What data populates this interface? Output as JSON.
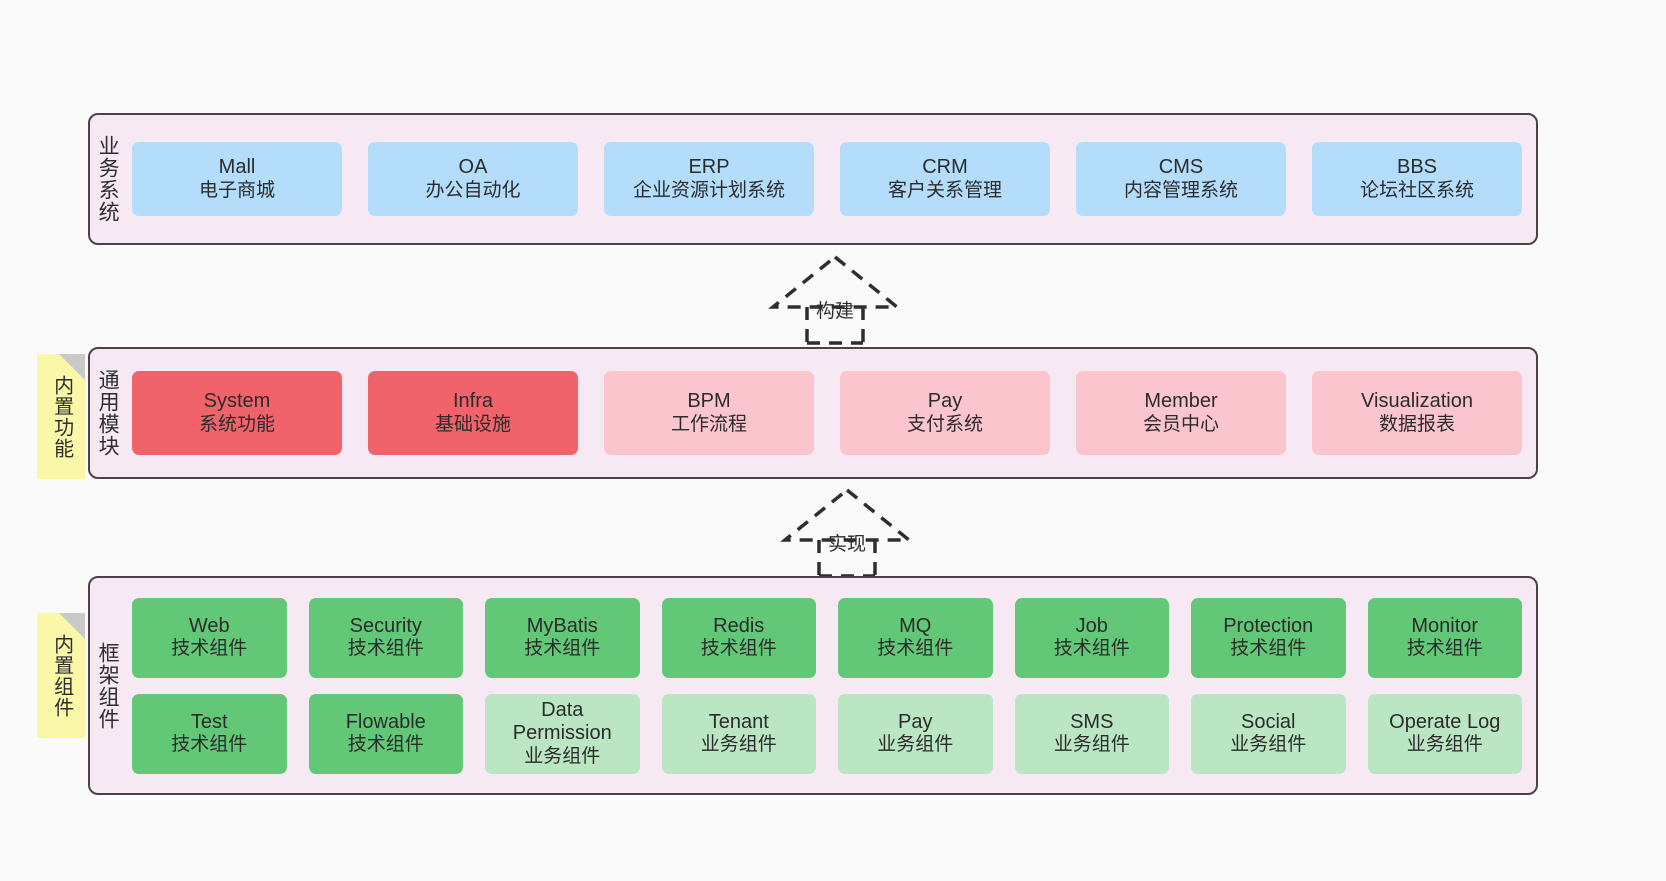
{
  "diagram": {
    "background": "#fafafa",
    "panel_bg": "#f7e9f3",
    "panel_border": "#4b424a",
    "sticky_bg": "#fbf7a8",
    "colors": {
      "business_tile": "#b3ddfb",
      "module_primary": "#f0636b",
      "module_secondary": "#fbc5ce",
      "component_tech": "#62c878",
      "component_business": "#bbe6c3"
    }
  },
  "layers": [
    {
      "id": "business",
      "title": "业务系统",
      "rows": [
        {
          "tiles": [
            {
              "name": "Mall",
              "sub": "电子商城",
              "color": "#b3ddfb"
            },
            {
              "name": "OA",
              "sub": "办公自动化",
              "color": "#b3ddfb"
            },
            {
              "name": "ERP",
              "sub": "企业资源计划系统",
              "color": "#b3ddfb"
            },
            {
              "name": "CRM",
              "sub": "客户关系管理",
              "color": "#b3ddfb"
            },
            {
              "name": "CMS",
              "sub": "内容管理系统",
              "color": "#b3ddfb"
            },
            {
              "name": "BBS",
              "sub": "论坛社区系统",
              "color": "#b3ddfb"
            }
          ]
        }
      ]
    },
    {
      "id": "common",
      "title": "通用模块",
      "sticky": "内置功能",
      "rows": [
        {
          "tiles": [
            {
              "name": "System",
              "sub": "系统功能",
              "color": "#f0636b"
            },
            {
              "name": "Infra",
              "sub": "基础设施",
              "color": "#f0636b"
            },
            {
              "name": "BPM",
              "sub": "工作流程",
              "color": "#fbc5ce"
            },
            {
              "name": "Pay",
              "sub": "支付系统",
              "color": "#fbc5ce"
            },
            {
              "name": "Member",
              "sub": "会员中心",
              "color": "#fbc5ce"
            },
            {
              "name": "Visualization",
              "sub": "数据报表",
              "color": "#fbc5ce"
            }
          ]
        }
      ]
    },
    {
      "id": "framework",
      "title": "框架组件",
      "sticky": "内置组件",
      "rows": [
        {
          "tiles": [
            {
              "name": "Web",
              "sub": "技术组件",
              "color": "#62c878"
            },
            {
              "name": "Security",
              "sub": "技术组件",
              "color": "#62c878"
            },
            {
              "name": "MyBatis",
              "sub": "技术组件",
              "color": "#62c878"
            },
            {
              "name": "Redis",
              "sub": "技术组件",
              "color": "#62c878"
            },
            {
              "name": "MQ",
              "sub": "技术组件",
              "color": "#62c878"
            },
            {
              "name": "Job",
              "sub": "技术组件",
              "color": "#62c878"
            },
            {
              "name": "Protection",
              "sub": "技术组件",
              "color": "#62c878"
            },
            {
              "name": "Monitor",
              "sub": "技术组件",
              "color": "#62c878"
            }
          ]
        },
        {
          "tiles": [
            {
              "name": "Test",
              "sub": "技术组件",
              "color": "#62c878"
            },
            {
              "name": "Flowable",
              "sub": "技术组件",
              "color": "#62c878"
            },
            {
              "name": "Data Permission",
              "sub": "业务组件",
              "color": "#bbe6c3"
            },
            {
              "name": "Tenant",
              "sub": "业务组件",
              "color": "#bbe6c3"
            },
            {
              "name": "Pay",
              "sub": "业务组件",
              "color": "#bbe6c3"
            },
            {
              "name": "SMS",
              "sub": "业务组件",
              "color": "#bbe6c3"
            },
            {
              "name": "Social",
              "sub": "业务组件",
              "color": "#bbe6c3"
            },
            {
              "name": "Operate Log",
              "sub": "业务组件",
              "color": "#bbe6c3"
            }
          ]
        }
      ]
    }
  ],
  "connectors": [
    {
      "id": "build",
      "label": "构建",
      "style": "dashed-hollow-triangle",
      "direction": "up"
    },
    {
      "id": "impl",
      "label": "实现",
      "style": "dashed-hollow-triangle",
      "direction": "up"
    }
  ]
}
